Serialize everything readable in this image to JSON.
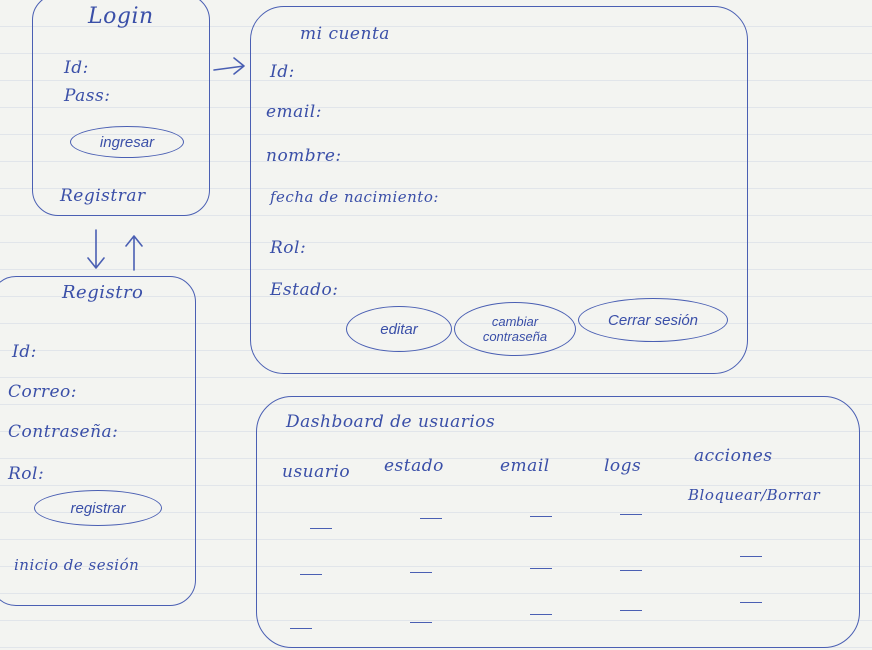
{
  "login": {
    "title": "Login",
    "id_label": "Id:",
    "pass_label": "Pass:",
    "submit_button": "ingresar",
    "register_link": "Registrar"
  },
  "register": {
    "title": "Registro",
    "id_label": "Id:",
    "email_label": "Correo:",
    "password_label": "Contraseña:",
    "role_label": "Rol:",
    "submit_button": "registrar",
    "login_link": "inicio de sesión"
  },
  "account": {
    "title": "mi cuenta",
    "fields": [
      "Id:",
      "email:",
      "nombre:",
      "fecha de nacimiento:",
      "Rol:",
      "Estado:"
    ],
    "buttons": {
      "edit": "editar",
      "change_password_line1": "cambiar",
      "change_password_line2": "contraseña",
      "logout": "Cerrar sesión"
    }
  },
  "dashboard": {
    "title": "Dashboard de usuarios",
    "columns": [
      "usuario",
      "estado",
      "email",
      "logs",
      "acciones"
    ],
    "actions_label": "Bloquear/Borrar",
    "row_count": 3
  }
}
